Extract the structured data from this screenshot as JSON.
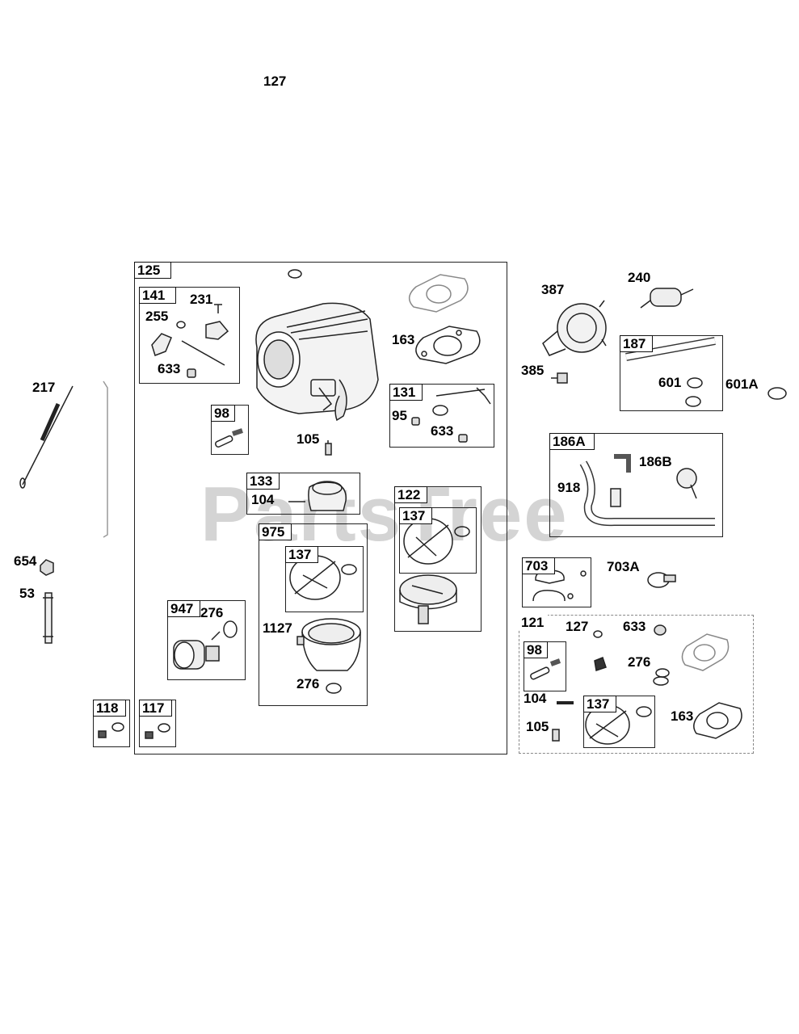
{
  "watermark": "PartsTree",
  "assembly_tags": [
    "125",
    "141",
    "98",
    "131",
    "133",
    "122",
    "975",
    "137",
    "137",
    "947",
    "118",
    "117",
    "187",
    "186A",
    "703",
    "121",
    "98",
    "137"
  ],
  "callouts": [
    "127",
    "231",
    "255",
    "163",
    "633",
    "217",
    "105",
    "95",
    "633",
    "104",
    "654",
    "53",
    "276",
    "1127",
    "276",
    "387",
    "240",
    "385",
    "601",
    "601A",
    "186B",
    "918",
    "703A",
    "127",
    "633",
    "276",
    "104",
    "163",
    "105"
  ],
  "icon_names": [
    "carburetor-icon",
    "gasket-icon",
    "fuel-pump-icon",
    "fuel-filter-icon",
    "fuel-line-icon",
    "clamp-icon",
    "float-bowl-icon",
    "solenoid-icon",
    "governor-spring-icon",
    "screw-icon",
    "needle-icon",
    "float-icon",
    "shaft-icon",
    "washer-icon"
  ]
}
